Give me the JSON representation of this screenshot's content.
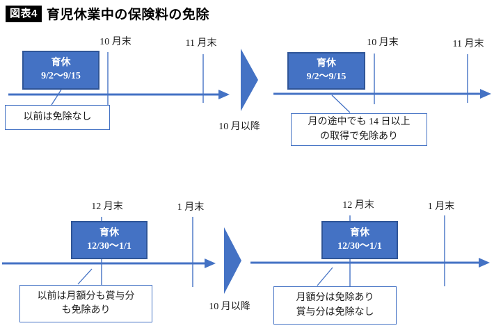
{
  "title": {
    "badge": "図表4",
    "text": "育児休業中の保険料の免除"
  },
  "colors": {
    "accent": "#4472C4",
    "accent_dark": "#2F5597",
    "badge_bg": "#000000",
    "text": "#1a1a1a",
    "background": "#ffffff"
  },
  "transitions": [
    {
      "label": "10 月以降"
    },
    {
      "label": "10 月以降"
    }
  ],
  "panels": [
    {
      "name": "monthly-before",
      "markers": [
        "10 月末",
        "11 月末"
      ],
      "leave_box": {
        "title": "育休",
        "period": "9/2～9/15"
      },
      "callout": {
        "line1": "以前は免除なし",
        "line2": ""
      }
    },
    {
      "name": "monthly-after",
      "markers": [
        "10 月末",
        "11 月末"
      ],
      "leave_box": {
        "title": "育休",
        "period": "9/2～9/15"
      },
      "callout": {
        "line1": "月の途中でも 14 日以上",
        "line2": "の取得で免除あり"
      }
    },
    {
      "name": "bonus-before",
      "markers": [
        "12 月末",
        "1 月末"
      ],
      "leave_box": {
        "title": "育休",
        "period": "12/30～1/1"
      },
      "callout": {
        "line1": "以前は月額分も賞与分",
        "line2": "も免除あり"
      }
    },
    {
      "name": "bonus-after",
      "markers": [
        "12 月末",
        "1 月末"
      ],
      "leave_box": {
        "title": "育休",
        "period": "12/30～1/1"
      },
      "callout": {
        "line1": "月額分は免除あり",
        "line2": "賞与分は免除なし"
      }
    }
  ]
}
